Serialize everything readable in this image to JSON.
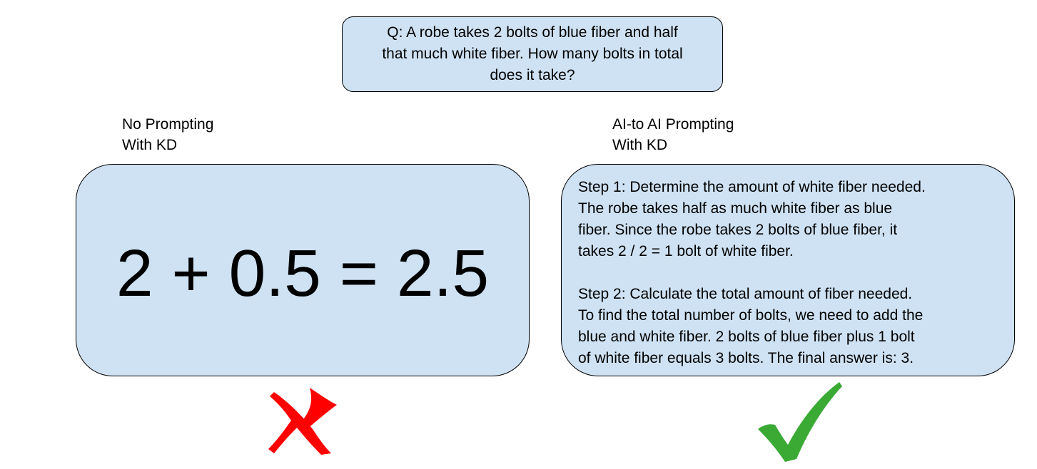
{
  "question": {
    "lines": [
      "Q: A robe takes 2 bolts of blue fiber and half",
      "that much white fiber.  How many bolts in total",
      "does it take?"
    ]
  },
  "left_panel": {
    "label_lines": [
      "No Prompting",
      "With KD"
    ],
    "answer": "2 + 0.5 = 2.5",
    "result_icon": "cross-icon",
    "result_color": "#ff0000"
  },
  "right_panel": {
    "label_lines": [
      "AI-to AI Prompting",
      "With KD"
    ],
    "step1_lines": [
      "Step 1: Determine the amount of white fiber needed.",
      "The robe takes half as much white fiber as blue",
      "fiber. Since the robe takes 2 bolts of blue fiber, it",
      "takes 2 / 2 = 1 bolt of white fiber."
    ],
    "step2_lines": [
      "Step 2: Calculate the total amount of fiber needed.",
      "To find the total number of bolts, we need to add the",
      "blue and white fiber. 2 bolts of blue fiber plus 1 bolt",
      "of white fiber equals 3 bolts. The final answer is: 3."
    ],
    "result_icon": "checkmark-icon",
    "result_color": "#3aaa35"
  },
  "colors": {
    "box_fill": "#cfe2f3",
    "box_border": "#000000"
  }
}
